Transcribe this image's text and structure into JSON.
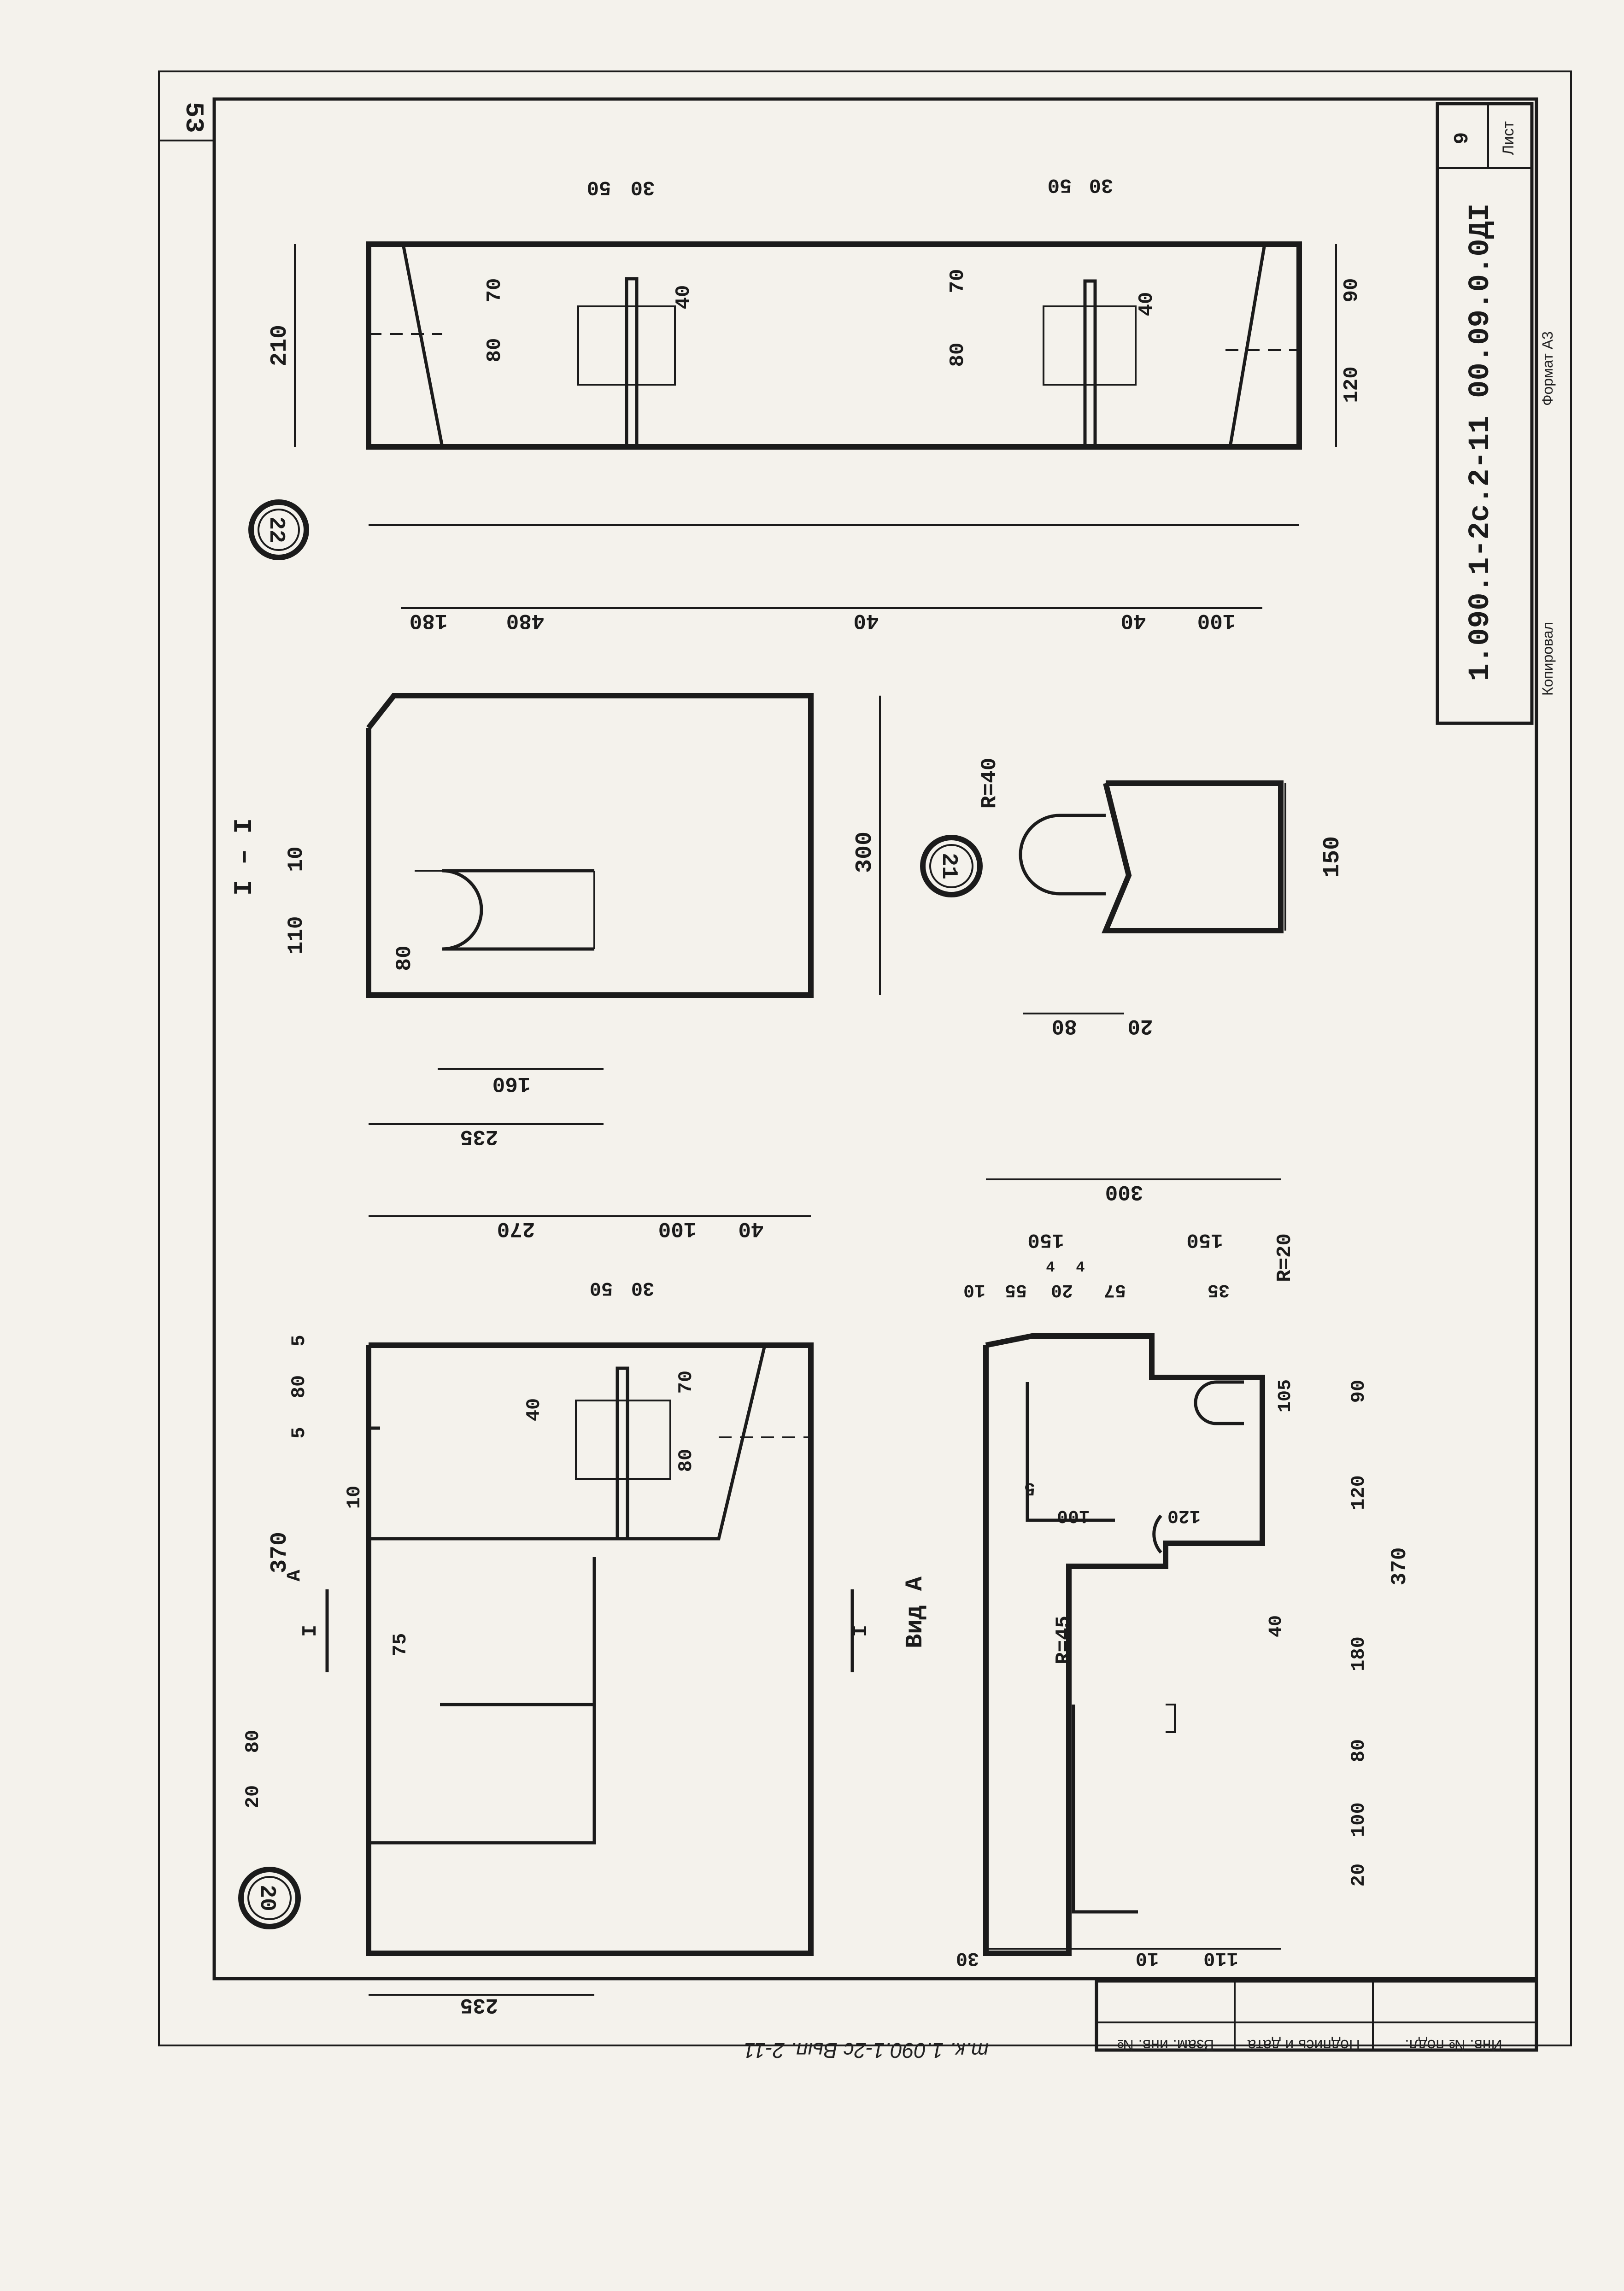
{
  "sheet": {
    "page_number": "53",
    "sheet_label": "Лист",
    "sheet_number": "9",
    "document_code": "1.090.1-2с.2-11 00.09.0.0ДI",
    "copied_label": "Копировал",
    "format_label": "Формат А3",
    "series_code": "т.к. 1.090.1-2с  Вып. 2-11"
  },
  "stamp_side": {
    "col_inv_orig": "Инв. № подл.",
    "col_signature_date": "Подпись и дата",
    "col_replaces": "Взам. инв. №"
  },
  "views": {
    "v20": {
      "marker": "20",
      "section_label": "I",
      "arrow_label": "A",
      "dims": [
        "235",
        "20",
        "80",
        "370",
        "5",
        "80",
        "5",
        "10",
        "75",
        "40",
        "80",
        "70",
        "50",
        "30",
        "270",
        "100",
        "40"
      ]
    },
    "v21": {
      "marker": "21",
      "radius": "R=40",
      "dims": [
        "80",
        "20",
        "150"
      ]
    },
    "v22": {
      "marker": "22",
      "dims": [
        "210",
        "80",
        "70",
        "30",
        "50",
        "40",
        "480",
        "180",
        "40",
        "100",
        "40",
        "120",
        "90",
        "80",
        "70",
        "30",
        "50",
        "40"
      ]
    },
    "section_I": {
      "title": "I – I",
      "dims": [
        "110",
        "10",
        "80",
        "160",
        "235",
        "300"
      ]
    },
    "view_A": {
      "title": "Вид А",
      "radius_big": "R=45",
      "radius_small": "R=20",
      "dims": [
        "110",
        "10",
        "30",
        "20",
        "80",
        "100",
        "180",
        "40",
        "370",
        "120",
        "90",
        "105",
        "100",
        "5",
        "10",
        "55",
        "20",
        "4",
        "4",
        "150",
        "150",
        "57",
        "35",
        "300"
      ]
    }
  }
}
